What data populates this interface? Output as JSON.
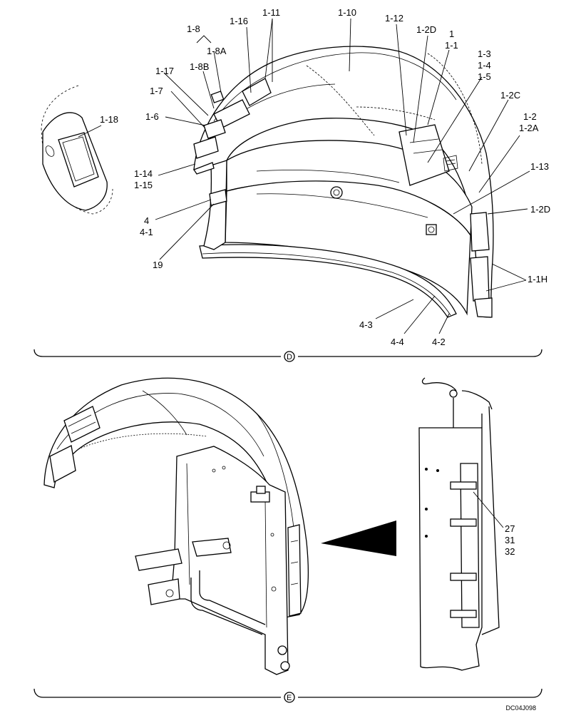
{
  "diagram": {
    "part_labels": {
      "l_1_8": "1-8",
      "l_1_8a": "1-8A",
      "l_1_8b": "1-8B",
      "l_1_16": "1-16",
      "l_1_11": "1-11",
      "l_1_10": "1-10",
      "l_1_12": "1-12",
      "l_1_2d_top": "1-2D",
      "l_1": "1",
      "l_1_1": "1-1",
      "l_1_3": "1-3",
      "l_1_4": "1-4",
      "l_1_5": "1-5",
      "l_1_17": "1-17",
      "l_1_7": "1-7",
      "l_1_6": "1-6",
      "l_1_18": "1-18",
      "l_1_2c": "1-2C",
      "l_1_2": "1-2",
      "l_1_2a": "1-2A",
      "l_1_13": "1-13",
      "l_1_14": "1-14",
      "l_1_15": "1-15",
      "l_1_2d_side": "1-2D",
      "l_4": "4",
      "l_4_1": "4-1",
      "l_19": "19",
      "l_1_1h": "1-1H",
      "l_4_3": "4-3",
      "l_4_4": "4-4",
      "l_4_2": "4-2",
      "l_27": "27",
      "l_31": "31",
      "l_32": "32"
    },
    "section_markers": {
      "d": "D",
      "e": "E"
    },
    "drawing_code": "DC04J098"
  }
}
